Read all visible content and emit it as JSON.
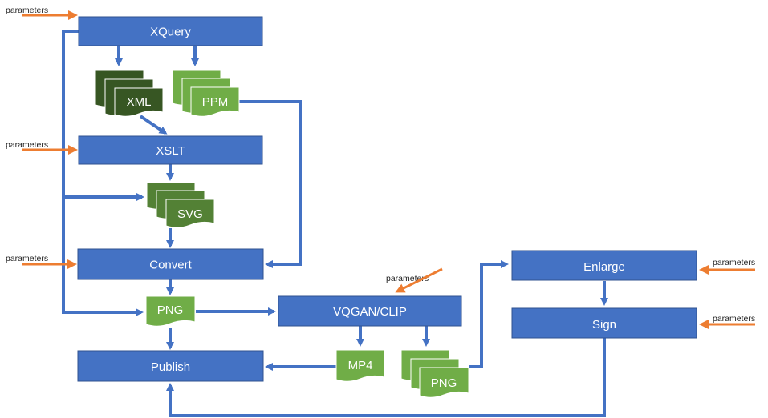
{
  "colors": {
    "process": "#4472c4",
    "process_border": "#2f528f",
    "connector": "#4472c4",
    "param_arrow": "#ed7d31",
    "doc_dark": "#375623",
    "doc_mid": "#538135",
    "doc_light": "#70ad47"
  },
  "processes": {
    "xquery": "XQuery",
    "xslt": "XSLT",
    "convert": "Convert",
    "vqgan": "VQGAN/CLIP",
    "publish": "Publish",
    "enlarge": "Enlarge",
    "sign": "Sign"
  },
  "documents": {
    "xml": "XML",
    "ppm": "PPM",
    "svg": "SVG",
    "png_single": "PNG",
    "mp4": "MP4",
    "png_multi": "PNG"
  },
  "params": {
    "xquery": "parameters",
    "xslt": "parameters",
    "convert": "parameters",
    "vqgan": "parameters",
    "enlarge": "parameters",
    "sign": "parameters"
  }
}
